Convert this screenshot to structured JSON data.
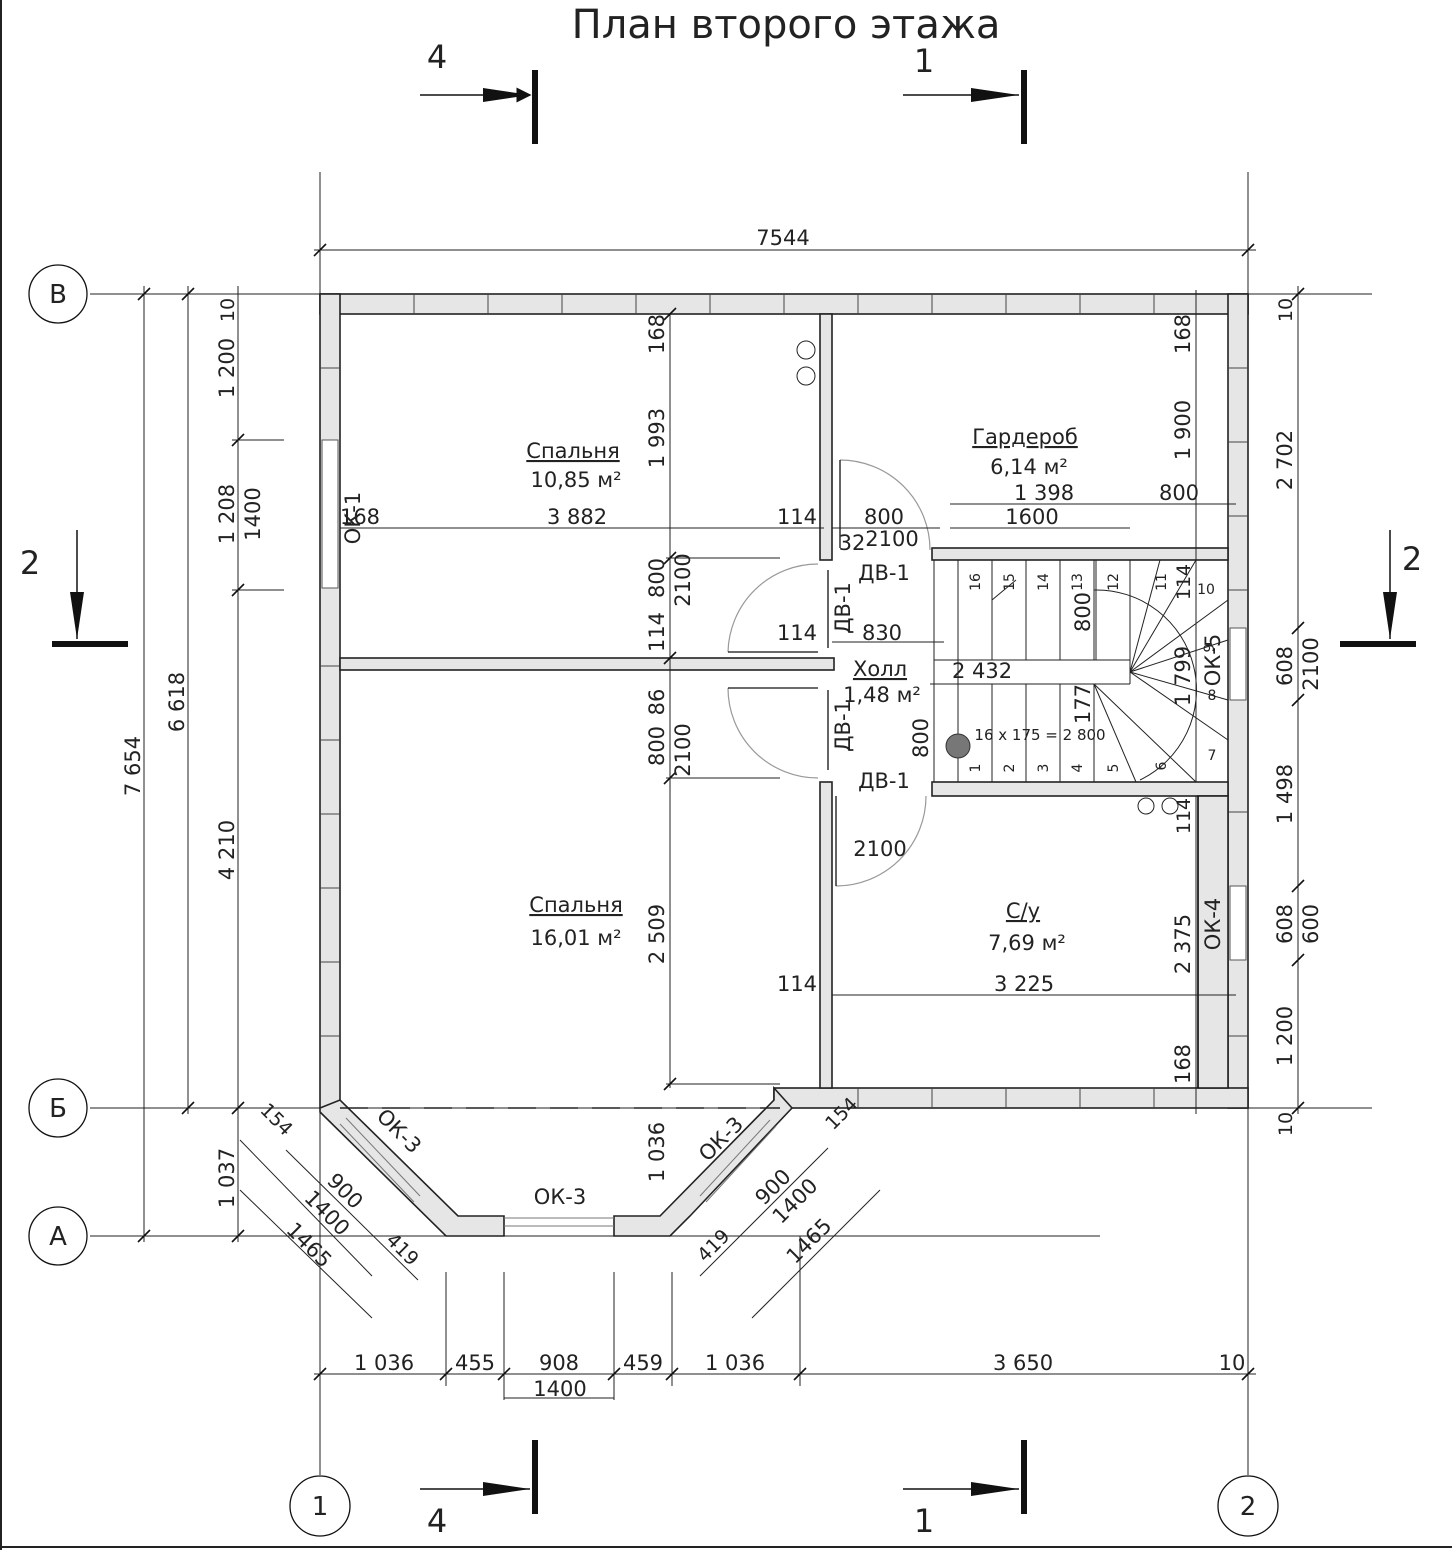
{
  "title": "План второго этажа",
  "axes": {
    "v": "В",
    "b": "Б",
    "a": "А",
    "one": "1",
    "two": "2"
  },
  "cuts": {
    "four": "4",
    "one": "1",
    "two": "2"
  },
  "rooms": {
    "bedroom_top": {
      "name": "Спальня",
      "area": "10,85 м²"
    },
    "wardrobe": {
      "name": "Гардероб",
      "area": "6,14 м²"
    },
    "hall": {
      "name": "Холл",
      "area": "1,48 м²"
    },
    "bedroom_bottom": {
      "name": "Спальня",
      "area": "16,01 м²"
    },
    "bathroom": {
      "name": "С/у",
      "area": "7,69 м²"
    }
  },
  "labels": {
    "dv1": "ДВ-1",
    "ok1": "ОК-1",
    "ok3": "ОК-3",
    "ok4": "ОК-4",
    "ok5": "ОК-5",
    "stair_formula": "16 x 175 = 2 800"
  },
  "stair_steps": [
    "1",
    "2",
    "3",
    "4",
    "5",
    "6",
    "7",
    "8",
    "9",
    "10",
    "11",
    "12",
    "13",
    "14",
    "15",
    "16"
  ],
  "dims": {
    "overall_top": "7544",
    "left_7654": "7 654",
    "left_6618": "6 618",
    "left_1200": "1 200",
    "left_10": "10",
    "left_1208": "1 208",
    "left_1400": "1400",
    "left_4210": "4 210",
    "left_1037": "1 037",
    "right_10a": "10",
    "right_2702": "2 702",
    "right_608a": "608",
    "right_2100": "2100",
    "right_1498": "1 498",
    "right_608b": "608",
    "right_600": "600",
    "right_1200": "1 200",
    "right_10b": "10",
    "bottom_1036a": "1 036",
    "bottom_455": "455",
    "bottom_908": "908",
    "bottom_459": "459",
    "bottom_1036b": "1 036",
    "bottom_3650": "3 650",
    "bottom_10": "10",
    "bottom_1400": "1400",
    "inner_168a": "168",
    "inner_1993": "1 993",
    "inner_800a": "800",
    "inner_2100a": "2100",
    "inner_114a": "114",
    "inner_86": "86",
    "inner_800b": "800",
    "inner_2100b": "2100",
    "inner_2509": "2 509",
    "inner_1036": "1 036",
    "h_168": "168",
    "h_3882": "3 882",
    "h_114a": "114",
    "h_800": "800",
    "h_32": "32",
    "h_2100": "2100",
    "h_114b": "114",
    "h_830": "830",
    "h_114c": "114",
    "h_3225": "3 225",
    "w_1398": "1 398",
    "w_800": "800",
    "w_1600": "1600",
    "w_168": "168",
    "w_1900": "1 900",
    "s_2432": "2 432",
    "s_800": "800",
    "s_1799": "1 799",
    "s_177": "177",
    "s_114": "114",
    "h_800c": "800",
    "b_114": "114",
    "b_2100": "2100",
    "b_2375": "2 375",
    "b_168": "168",
    "bay_154a": "154",
    "bay_900a": "900",
    "bay_1400a": "1400",
    "bay_1465a": "1465",
    "bay_419a": "419",
    "bay_154b": "154",
    "bay_900b": "900",
    "bay_1400b": "1400",
    "bay_1465b": "1465",
    "bay_419b": "419"
  }
}
